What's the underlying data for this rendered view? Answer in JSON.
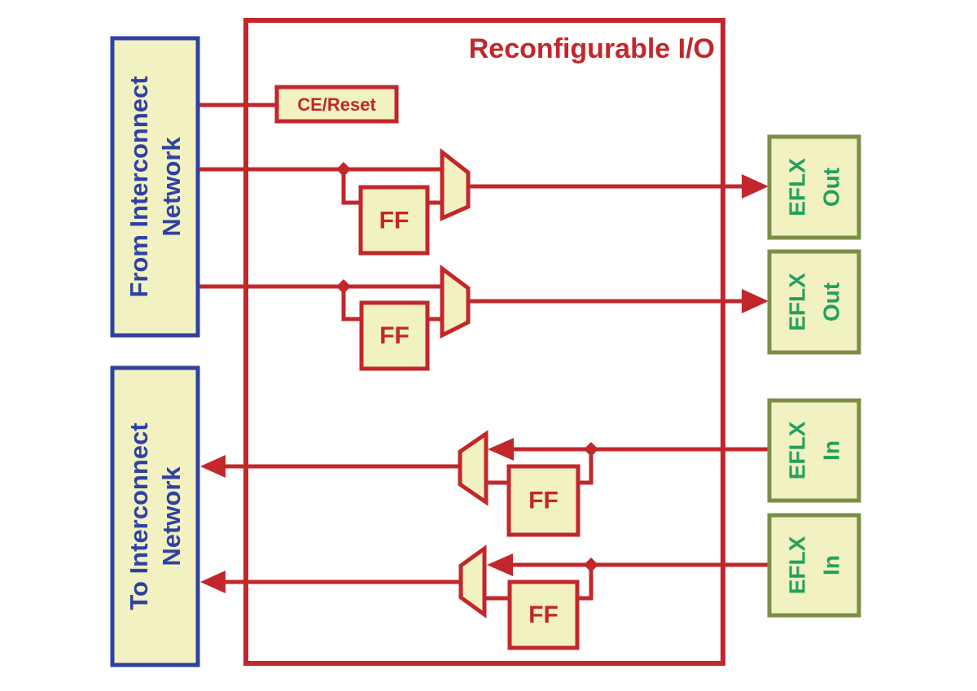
{
  "title": "Reconfigurable I/O",
  "left_blocks": {
    "from_network": {
      "line1": "From Interconnect",
      "line2": "Network"
    },
    "to_network": {
      "line1": "To Interconnect",
      "line2": "Network"
    }
  },
  "ce_reset_label": "CE/Reset",
  "ff_boxes": [
    "FF",
    "FF",
    "FF",
    "FF"
  ],
  "eflx_boxes": [
    {
      "line1": "EFLX",
      "line2": "Out"
    },
    {
      "line1": "EFLX",
      "line2": "Out"
    },
    {
      "line1": "EFLX",
      "line2": "In"
    },
    {
      "line1": "EFLX",
      "line2": "In"
    }
  ],
  "colors": {
    "red": "#c2272b",
    "blue": "#2f41a1",
    "yellow_fill": "#f1f1c2",
    "olive": "#7e8d46",
    "green": "#22a15d",
    "background": "#ffffff"
  }
}
